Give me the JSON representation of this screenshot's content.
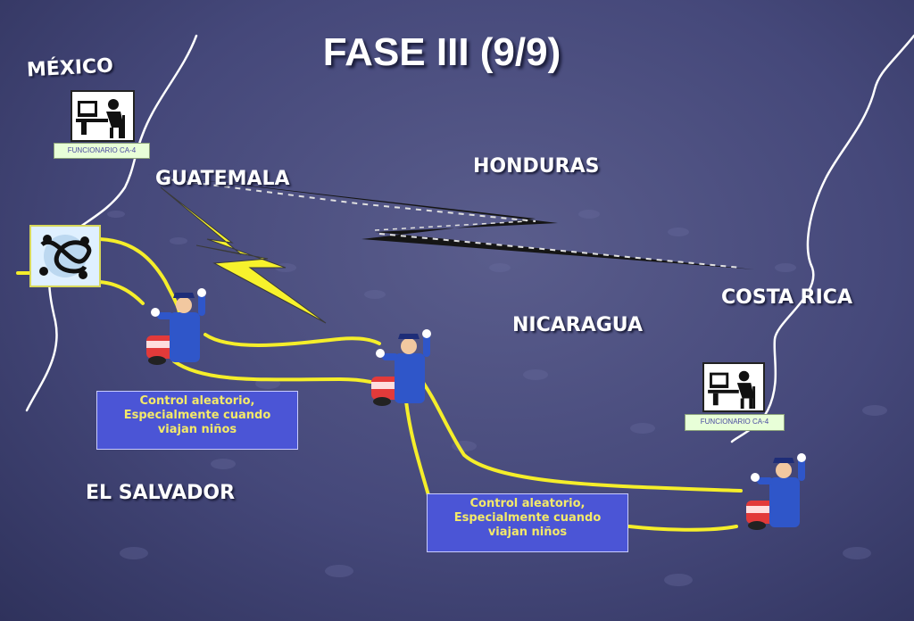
{
  "slide": {
    "title": "FASE III (9/9)",
    "countries": {
      "mexico": "MÉXICO",
      "guatemala": "GUATEMALA",
      "honduras": "HONDURAS",
      "costa_rica": "COSTA RICA",
      "nicaragua": "NICARAGUA",
      "el_salvador": "EL SALVADOR"
    },
    "officer_tags": [
      {
        "label": "FUNCIONARIO CA-4"
      },
      {
        "label": "FUNCIONARIO CA-4"
      }
    ],
    "notes": [
      {
        "lines": [
          "Control aleatorio,",
          "Especialmente cuando",
          "viajan niños"
        ]
      },
      {
        "lines": [
          "Control aleatorio,",
          "Especialmente cuando",
          "viajan niños"
        ]
      }
    ],
    "colors": {
      "background": "#45487a",
      "route": "#f5ee2a",
      "border_lines": "#ffffff",
      "note_background": "#4b55d6",
      "note_text": "#f3e96a",
      "tag_background": "#e8ffd8"
    },
    "icons": [
      "computer-operator-icon",
      "computer-operator-icon",
      "tangled-people-icon",
      "lightning-icon",
      "traffic-officer-icon",
      "traffic-officer-icon",
      "traffic-officer-icon"
    ]
  }
}
